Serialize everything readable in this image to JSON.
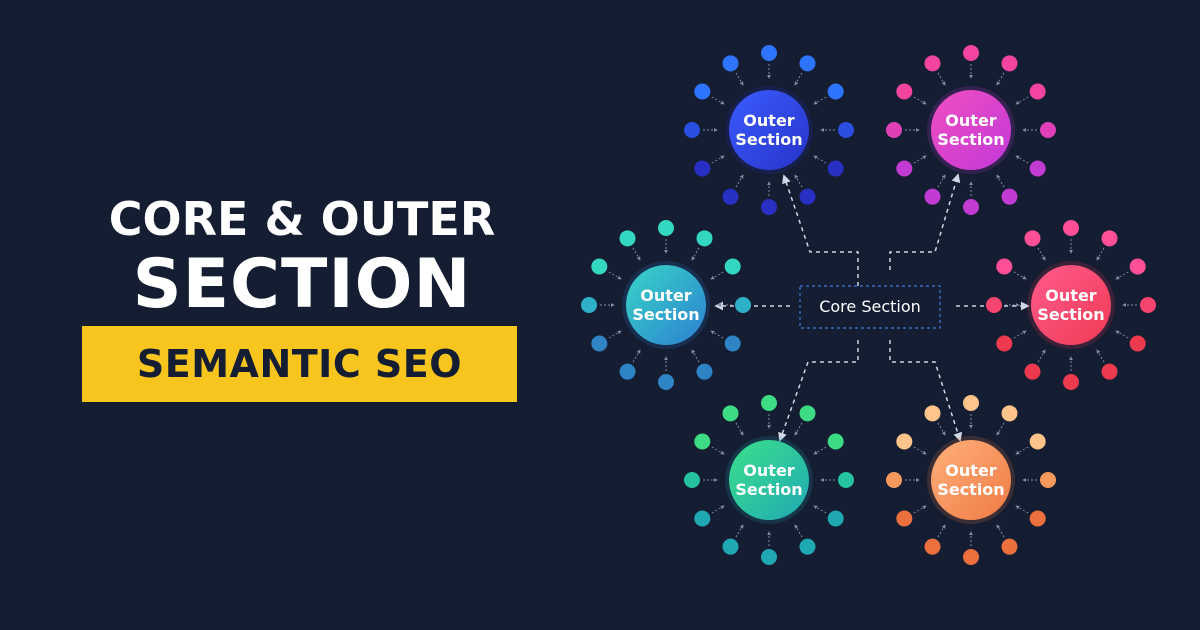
{
  "headline": {
    "line1": "CORE & OUTER",
    "line2": "SECTION",
    "banner": "SEMANTIC SEO"
  },
  "diagram": {
    "core": {
      "label": "Core Section"
    },
    "hubs": [
      {
        "id": "top-left",
        "line1": "Outer",
        "line2": "Section",
        "color_a": "#3b5cff",
        "color_b": "#2633c8",
        "satellite_colors": [
          "#2f74ff",
          "#2a4fe0",
          "#2730c2"
        ]
      },
      {
        "id": "top-right",
        "line1": "Outer",
        "line2": "Section",
        "color_a": "#f04fc1",
        "color_b": "#c238d8",
        "satellite_colors": [
          "#f3449f",
          "#e03fb8",
          "#c23bd2"
        ]
      },
      {
        "id": "left",
        "line1": "Outer",
        "line2": "Section",
        "color_a": "#38d6c6",
        "color_b": "#2c7fd1",
        "satellite_colors": [
          "#34d8c0",
          "#2fb0c9",
          "#2f84c5"
        ]
      },
      {
        "id": "right",
        "line1": "Outer",
        "line2": "Section",
        "color_a": "#ff5b8b",
        "color_b": "#f03a55",
        "satellite_colors": [
          "#ff4f97",
          "#f5446e",
          "#ee3a4f"
        ]
      },
      {
        "id": "bottom-left",
        "line1": "Outer",
        "line2": "Section",
        "color_a": "#3be08a",
        "color_b": "#20a9b5",
        "satellite_colors": [
          "#3ddc84",
          "#25c3a0",
          "#1fa8b2"
        ]
      },
      {
        "id": "bottom-right",
        "line1": "Outer",
        "line2": "Section",
        "color_a": "#ffb07a",
        "color_b": "#f07a45",
        "satellite_colors": [
          "#ffc48a",
          "#f7995c",
          "#ec6f3e"
        ]
      }
    ]
  }
}
